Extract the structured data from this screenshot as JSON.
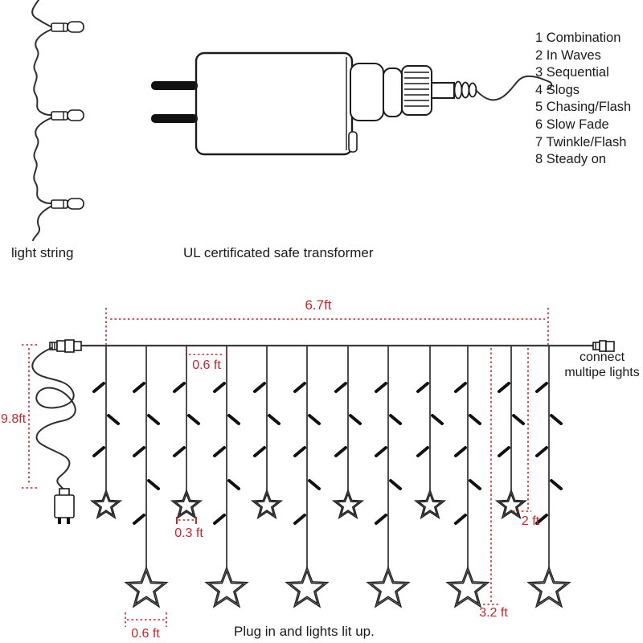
{
  "colors": {
    "dimension_red": "#c9252b",
    "line_black": "#1a1a1a"
  },
  "top": {
    "light_string_label": "light string",
    "transformer_label": "UL certificated safe transformer",
    "modes": [
      "1 Combination",
      "2 In Waves",
      "3 Sequential",
      "4 Slogs",
      "5 Chasing/Flash",
      "6 Slow Fade",
      "7 Twinkle/Flash",
      "8 Steady on"
    ]
  },
  "curtain": {
    "dim_total_width": "6.7ft",
    "dim_drop_spacing": "0.6 ft",
    "dim_lead_length": "9.8ft",
    "dim_small_star_width": "0.3 ft",
    "dim_short_drop": "2 ft",
    "dim_long_drop": "3.2 ft",
    "dim_big_star_width": "0.6 ft",
    "connect_line1": "connect",
    "connect_line2": "multipe lights",
    "caption": "Plug in and lights lit up."
  }
}
